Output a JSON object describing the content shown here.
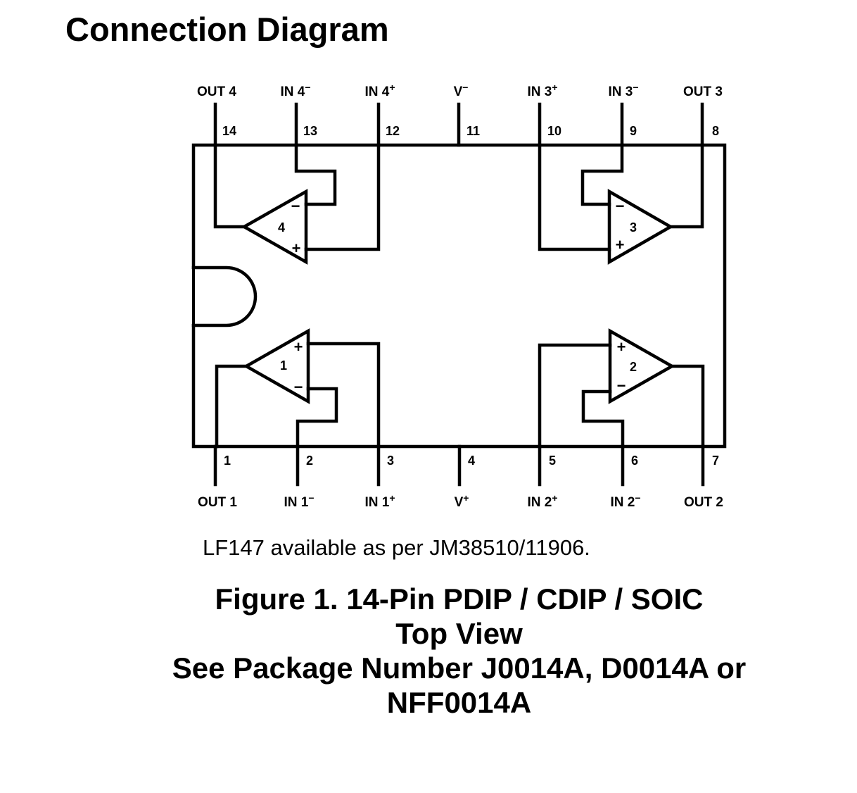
{
  "page": {
    "heading": "Connection Diagram",
    "note": "LF147 available as per JM38510/11906.",
    "caption": {
      "line1": "Figure 1.  14-Pin PDIP / CDIP / SOIC",
      "line2": "Top View",
      "line3": "See Package Number J0014A, D0014A or",
      "line4": "NFF0014A"
    }
  },
  "diagram": {
    "top_pins": [
      {
        "number": "14",
        "base": "OUT 4",
        "sup": ""
      },
      {
        "number": "13",
        "base": "IN 4",
        "sup": "−"
      },
      {
        "number": "12",
        "base": "IN 4",
        "sup": "+"
      },
      {
        "number": "11",
        "base": "V",
        "sup": "−"
      },
      {
        "number": "10",
        "base": "IN 3",
        "sup": "+"
      },
      {
        "number": "9",
        "base": "IN 3",
        "sup": "−"
      },
      {
        "number": "8",
        "base": "OUT 3",
        "sup": ""
      }
    ],
    "bottom_pins": [
      {
        "number": "1",
        "base": "OUT 1",
        "sup": ""
      },
      {
        "number": "2",
        "base": "IN 1",
        "sup": "−"
      },
      {
        "number": "3",
        "base": "IN 1",
        "sup": "+"
      },
      {
        "number": "4",
        "base": "V",
        "sup": "+"
      },
      {
        "number": "5",
        "base": "IN 2",
        "sup": "+"
      },
      {
        "number": "6",
        "base": "IN 2",
        "sup": "−"
      },
      {
        "number": "7",
        "base": "OUT 2",
        "sup": ""
      }
    ],
    "amplifiers": [
      {
        "label": "4",
        "plus": "+",
        "minus": "−"
      },
      {
        "label": "3",
        "plus": "+",
        "minus": "−"
      },
      {
        "label": "1",
        "plus": "+",
        "minus": "−"
      },
      {
        "label": "2",
        "plus": "+",
        "minus": "−"
      }
    ]
  }
}
